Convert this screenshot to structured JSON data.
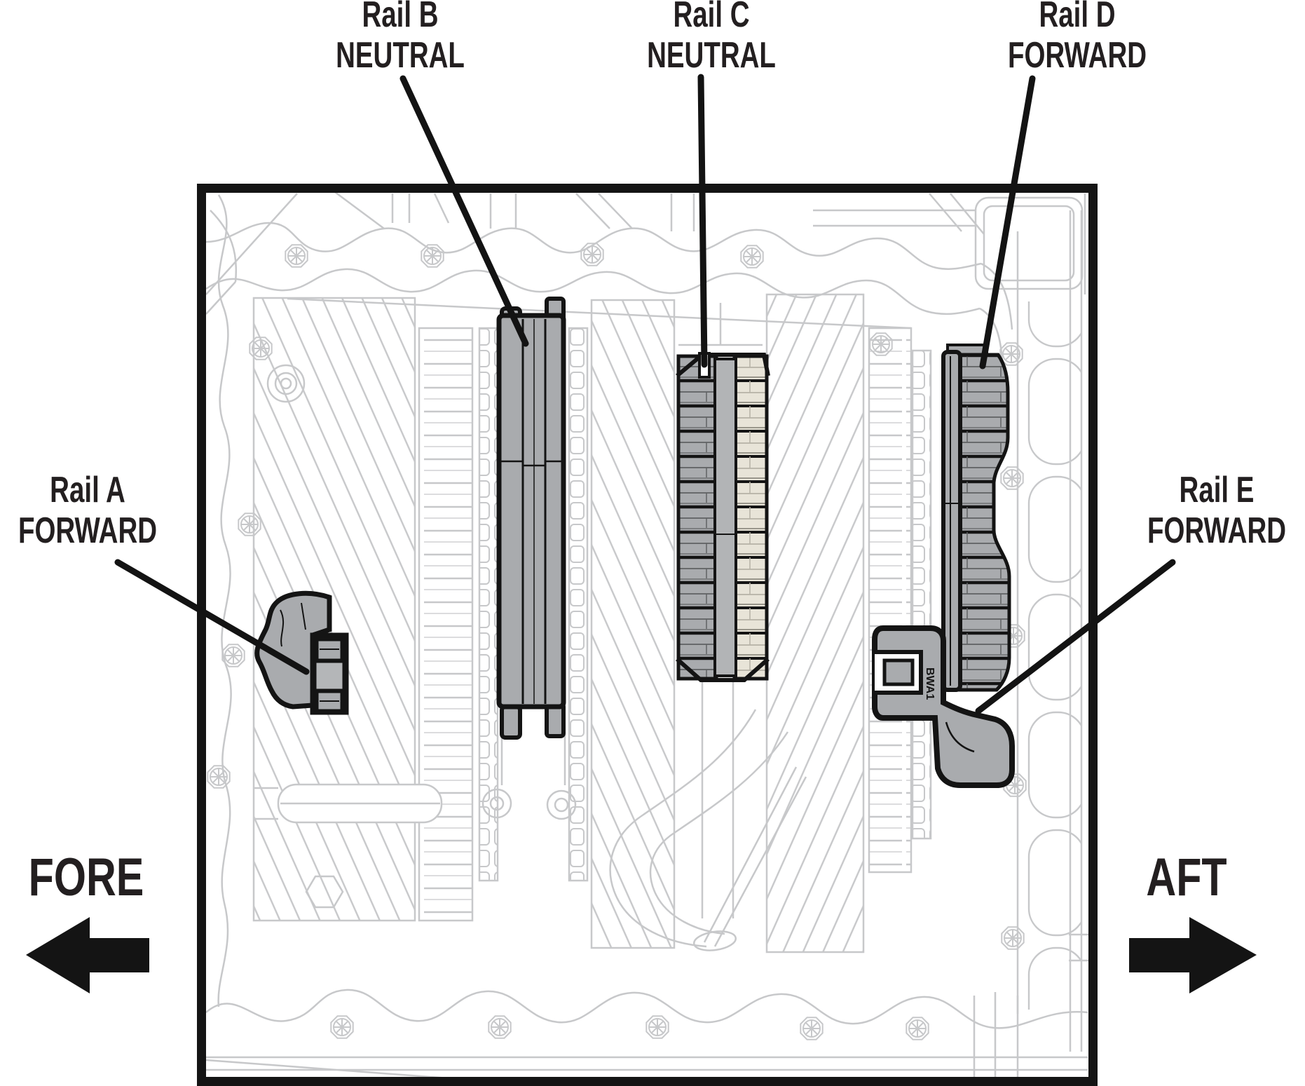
{
  "diagram": {
    "rail_labels": {
      "rail_a": {
        "name": "Rail A",
        "position": "FORWARD"
      },
      "rail_b": {
        "name": "Rail B",
        "position": "NEUTRAL"
      },
      "rail_c": {
        "name": "Rail C",
        "position": "NEUTRAL"
      },
      "rail_d": {
        "name": "Rail D",
        "position": "FORWARD"
      },
      "rail_e": {
        "name": "Rail E",
        "position": "FORWARD"
      }
    },
    "direction_labels": {
      "fore": "FORE",
      "aft": "AFT"
    },
    "part_marking": "BWA1",
    "colors": {
      "ink": "#231f20",
      "case_line": "#c7c8ca",
      "rail_fill": "#a9abae",
      "rail_tooth_light": "#e8e4d8",
      "background": "#ffffff"
    }
  }
}
